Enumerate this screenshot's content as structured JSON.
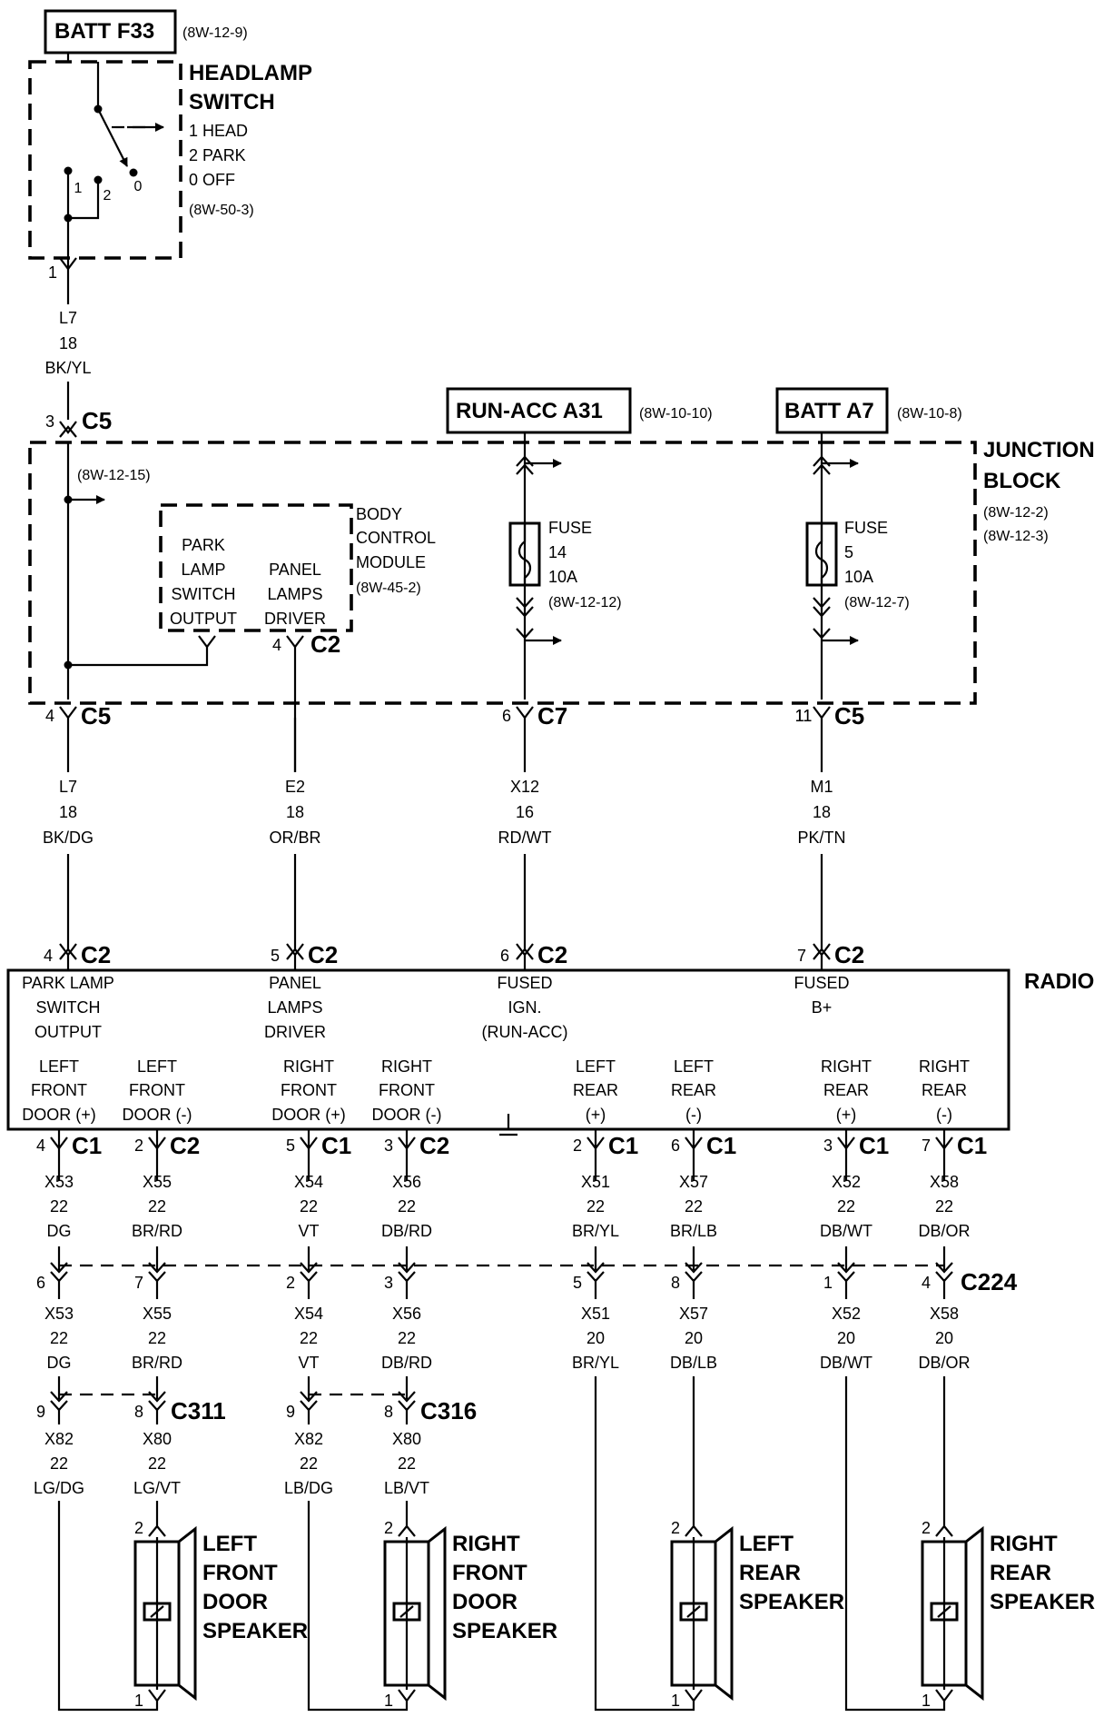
{
  "sources": {
    "batt_f33": {
      "label": "BATT F33",
      "ref": "(8W-12-9)"
    },
    "run_acc_a31": {
      "label": "RUN-ACC A31",
      "ref": "(8W-10-10)"
    },
    "batt_a7": {
      "label": "BATT A7",
      "ref": "(8W-10-8)"
    }
  },
  "headlamp_switch": {
    "title_1": "HEADLAMP",
    "title_2": "SWITCH",
    "pos_1": "1 HEAD",
    "pos_2": "2 PARK",
    "pos_0": "0 OFF",
    "ref": "(8W-50-3)",
    "contact_1": "1",
    "contact_2": "2",
    "contact_0": "0",
    "out_pin": "1"
  },
  "wire_l7_top": {
    "circuit": "L7",
    "gauge": "18",
    "color": "BK/YL"
  },
  "connectors": {
    "c5_in": {
      "pin": "3",
      "name": "C5"
    },
    "c5_out": {
      "pin": "4",
      "name": "C5"
    },
    "c2_bcm": {
      "pin": "4",
      "name": "C2"
    },
    "c7": {
      "pin": "6",
      "name": "C7"
    },
    "c5_m1": {
      "pin": "11",
      "name": "C5"
    }
  },
  "junction_block": {
    "title_1": "JUNCTION",
    "title_2": "BLOCK",
    "ref_1": "(8W-12-2)",
    "ref_2": "(8W-12-3)",
    "splice_ref": "(8W-12-15)",
    "fuse14": {
      "label": "FUSE",
      "num": "14",
      "amps": "10A",
      "ref": "(8W-12-12)"
    },
    "fuse5": {
      "label": "FUSE",
      "num": "5",
      "amps": "10A",
      "ref": "(8W-12-7)"
    }
  },
  "bcm": {
    "title_1": "BODY",
    "title_2": "CONTROL",
    "title_3": "MODULE",
    "ref": "(8W-45-2)",
    "park_1": "PARK",
    "park_2": "LAMP",
    "park_3": "SWITCH",
    "park_4": "OUTPUT",
    "panel_1": "PANEL",
    "panel_2": "LAMPS",
    "panel_3": "DRIVER"
  },
  "mid_wires": [
    {
      "circuit": "L7",
      "gauge": "18",
      "color": "BK/DG"
    },
    {
      "circuit": "E2",
      "gauge": "18",
      "color": "OR/BR"
    },
    {
      "circuit": "X12",
      "gauge": "16",
      "color": "RD/WT"
    },
    {
      "circuit": "M1",
      "gauge": "18",
      "color": "PK/TN"
    }
  ],
  "radio": {
    "title": "RADIO",
    "in_pins": [
      {
        "pin": "4",
        "name": "C2",
        "l1": "PARK LAMP",
        "l2": "SWITCH",
        "l3": "OUTPUT"
      },
      {
        "pin": "5",
        "name": "C2",
        "l1": "PANEL",
        "l2": "LAMPS",
        "l3": "DRIVER"
      },
      {
        "pin": "6",
        "name": "C2",
        "l1": "FUSED",
        "l2": "IGN.",
        "l3": "(RUN-ACC)"
      },
      {
        "pin": "7",
        "name": "C2",
        "l1": "FUSED",
        "l2": "B+",
        "l3": ""
      }
    ],
    "out_labels": [
      {
        "l1": "LEFT",
        "l2": "FRONT",
        "l3": "DOOR (+)"
      },
      {
        "l1": "LEFT",
        "l2": "FRONT",
        "l3": "DOOR (-)"
      },
      {
        "l1": "RIGHT",
        "l2": "FRONT",
        "l3": "DOOR (+)"
      },
      {
        "l1": "RIGHT",
        "l2": "FRONT",
        "l3": "DOOR (-)"
      },
      {
        "l1": "LEFT",
        "l2": "REAR",
        "l3": "(+)"
      },
      {
        "l1": "LEFT",
        "l2": "REAR",
        "l3": "(-)"
      },
      {
        "l1": "RIGHT",
        "l2": "REAR",
        "l3": "(+)"
      },
      {
        "l1": "RIGHT",
        "l2": "REAR",
        "l3": "(-)"
      }
    ]
  },
  "out_pins": [
    {
      "pin": "4",
      "name": "C1"
    },
    {
      "pin": "2",
      "name": "C2"
    },
    {
      "pin": "5",
      "name": "C1"
    },
    {
      "pin": "3",
      "name": "C2"
    },
    {
      "pin": "2",
      "name": "C1"
    },
    {
      "pin": "6",
      "name": "C1"
    },
    {
      "pin": "3",
      "name": "C1"
    },
    {
      "pin": "7",
      "name": "C1"
    }
  ],
  "wires_a": [
    {
      "circuit": "X53",
      "gauge": "22",
      "color": "DG"
    },
    {
      "circuit": "X55",
      "gauge": "22",
      "color": "BR/RD"
    },
    {
      "circuit": "X54",
      "gauge": "22",
      "color": "VT"
    },
    {
      "circuit": "X56",
      "gauge": "22",
      "color": "DB/RD"
    },
    {
      "circuit": "X51",
      "gauge": "22",
      "color": "BR/YL"
    },
    {
      "circuit": "X57",
      "gauge": "22",
      "color": "BR/LB"
    },
    {
      "circuit": "X52",
      "gauge": "22",
      "color": "DB/WT"
    },
    {
      "circuit": "X58",
      "gauge": "22",
      "color": "DB/OR"
    }
  ],
  "c224": {
    "name": "C224",
    "pins": [
      "6",
      "7",
      "2",
      "3",
      "5",
      "8",
      "1",
      "4"
    ]
  },
  "wires_b": [
    {
      "circuit": "X53",
      "gauge": "22",
      "color": "DG"
    },
    {
      "circuit": "X55",
      "gauge": "22",
      "color": "BR/RD"
    },
    {
      "circuit": "X54",
      "gauge": "22",
      "color": "VT"
    },
    {
      "circuit": "X56",
      "gauge": "22",
      "color": "DB/RD"
    },
    {
      "circuit": "X51",
      "gauge": "20",
      "color": "BR/YL"
    },
    {
      "circuit": "X57",
      "gauge": "20",
      "color": "DB/LB"
    },
    {
      "circuit": "X52",
      "gauge": "20",
      "color": "DB/WT"
    },
    {
      "circuit": "X58",
      "gauge": "20",
      "color": "DB/OR"
    }
  ],
  "c311": {
    "name": "C311",
    "pins": [
      "9",
      "8"
    ]
  },
  "c316": {
    "name": "C316",
    "pins": [
      "9",
      "8"
    ]
  },
  "wires_c": [
    {
      "circuit": "X82",
      "gauge": "22",
      "color": "LG/DG"
    },
    {
      "circuit": "X80",
      "gauge": "22",
      "color": "LG/VT"
    },
    {
      "circuit": "X82",
      "gauge": "22",
      "color": "LB/DG"
    },
    {
      "circuit": "X80",
      "gauge": "22",
      "color": "LB/VT"
    }
  ],
  "speakers": [
    {
      "l1": "LEFT",
      "l2": "FRONT",
      "l3": "DOOR",
      "l4": "SPEAKER",
      "pin_top": "2",
      "pin_bot": "1"
    },
    {
      "l1": "RIGHT",
      "l2": "FRONT",
      "l3": "DOOR",
      "l4": "SPEAKER",
      "pin_top": "2",
      "pin_bot": "1"
    },
    {
      "l1": "LEFT",
      "l2": "REAR",
      "l3": "SPEAKER",
      "l4": "",
      "pin_top": "2",
      "pin_bot": "1"
    },
    {
      "l1": "RIGHT",
      "l2": "REAR",
      "l3": "SPEAKER",
      "l4": "",
      "pin_top": "2",
      "pin_bot": "1"
    }
  ]
}
